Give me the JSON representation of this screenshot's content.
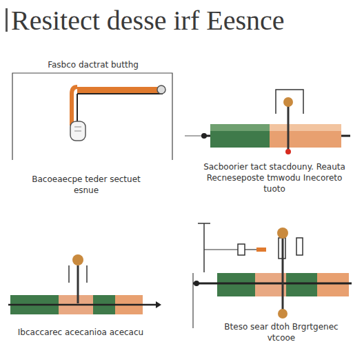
{
  "diagram": {
    "title": "Resitect desse irf Eesnce",
    "labels": [
      "Fasbco dactrat butthg",
      "Bacoeaecpe teder sectuet esnue",
      "Sacboorier tact stacdouny. Reauta Recneseposte tmwodu Inecoreto tuoto",
      "Ibcaccarec acecanioa acecacu",
      "Bteso sear dtoh Brgrtgenec vtcooe"
    ]
  }
}
